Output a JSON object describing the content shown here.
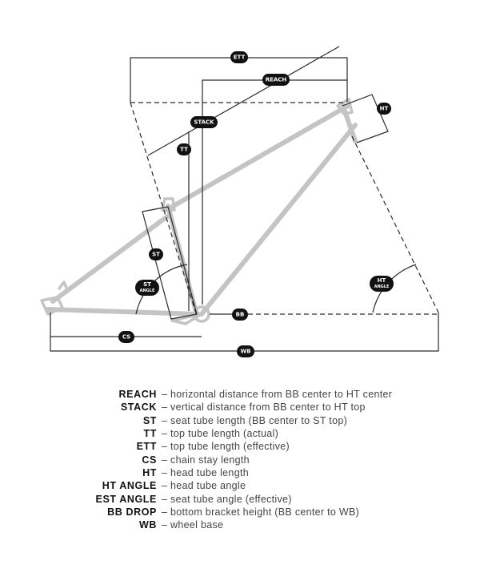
{
  "labels": {
    "ett": "ETT",
    "reach": "REACH",
    "stack": "STACK",
    "tt": "TT",
    "ht": "HT",
    "st": "ST",
    "st_angle_top": "ST",
    "st_angle_bottom": "ANGLE",
    "ht_angle_top": "HT",
    "ht_angle_bottom": "ANGLE",
    "bb": "BB",
    "cs": "CS",
    "wb": "WB"
  },
  "legend": [
    {
      "abbr": "REACH",
      "desc": "– horizontal distance from BB center to HT center"
    },
    {
      "abbr": "STACK",
      "desc": "– vertical distance from BB center to HT top"
    },
    {
      "abbr": "ST",
      "desc": "– seat tube length (BB center to ST top)"
    },
    {
      "abbr": "TT",
      "desc": "– top tube length (actual)"
    },
    {
      "abbr": "ETT",
      "desc": "– top tube length (effective)"
    },
    {
      "abbr": "CS",
      "desc": "– chain stay length"
    },
    {
      "abbr": "HT",
      "desc": "– head tube length"
    },
    {
      "abbr": "HT ANGLE",
      "desc": "– head tube angle"
    },
    {
      "abbr": "EST ANGLE",
      "desc": "– seat tube angle (effective)"
    },
    {
      "abbr": "BB DROP",
      "desc": "– bottom bracket height (BB center to WB)"
    },
    {
      "abbr": "WB",
      "desc": "– wheel base"
    }
  ]
}
